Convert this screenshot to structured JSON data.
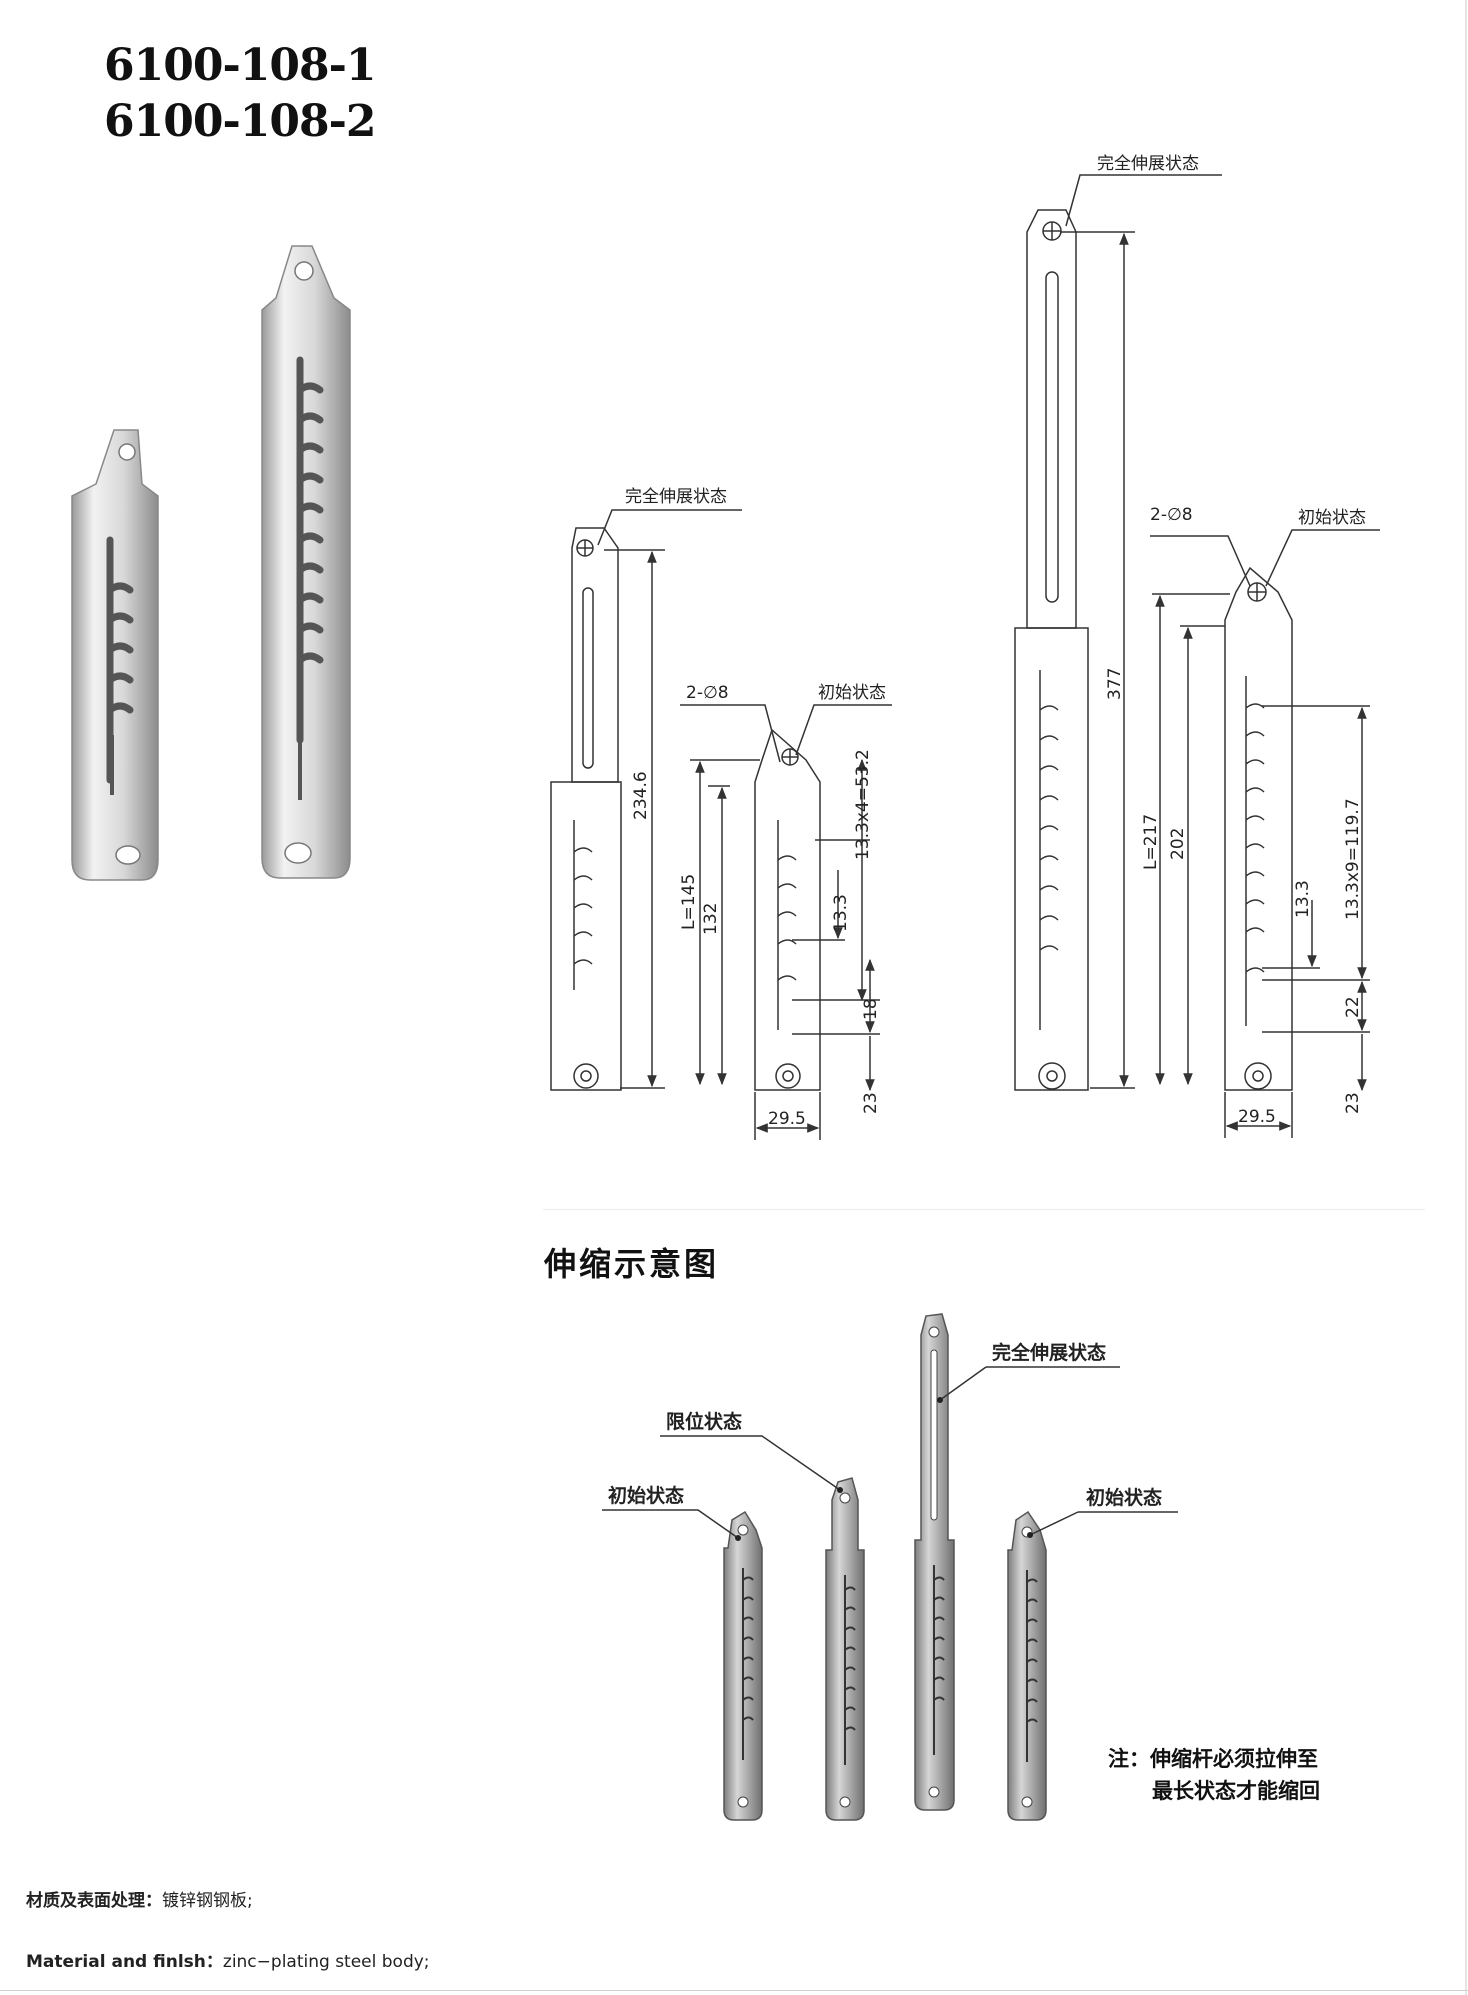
{
  "header": {
    "models": [
      "6100-108-1",
      "6100-108-2"
    ]
  },
  "drawing_left": {
    "label_full_extend": "完全伸展状态",
    "label_initial": "初始状态",
    "label_holes": "2-∅8",
    "dim_total": "234.6",
    "dim_L": "L=145",
    "dim_132": "132",
    "dim_pitch_total": "13.3x4=53.2",
    "dim_pitch": "13.3",
    "dim_18": "18",
    "dim_23": "23",
    "dim_width": "29.5"
  },
  "drawing_right": {
    "label_full_extend": "完全伸展状态",
    "label_initial": "初始状态",
    "label_holes": "2-∅8",
    "dim_total": "377",
    "dim_L": "L=217",
    "dim_202": "202",
    "dim_pitch_total": "13.3x9=119.7",
    "dim_pitch": "13.3",
    "dim_22": "22",
    "dim_23": "23",
    "dim_width": "29.5"
  },
  "diagram": {
    "title": "伸缩示意图",
    "label_limit": "限位状态",
    "label_full_extend": "完全伸展状态",
    "label_initial_left": "初始状态",
    "label_initial_right": "初始状态",
    "note_line1": "注：伸缩杆必须拉伸至",
    "note_line2": "最长状态才能缩回"
  },
  "specs": {
    "material_cn_label": "材质及表面处理：",
    "material_cn_value": "镀锌钢钢板;",
    "material_en_label": "Material and finlsh：",
    "material_en_value": "zinc−plating steel body;"
  },
  "colors": {
    "text": "#111111",
    "line": "#333333",
    "metal": "#c9c9c9"
  }
}
